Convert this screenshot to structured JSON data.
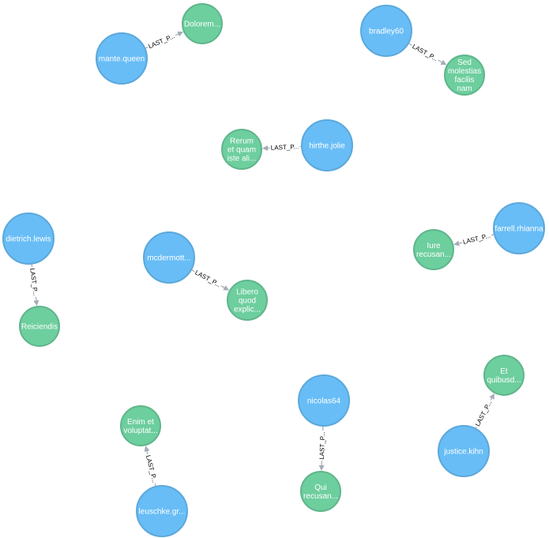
{
  "colors": {
    "user_node": "#68bdf6",
    "post_node": "#6dce9e",
    "relationship": "#a5abb6"
  },
  "relationship_label": "LAST_P...",
  "relationships": [
    {
      "user": [
        "mante.queen"
      ],
      "post": [
        "Dolorem..."
      ]
    },
    {
      "user": [
        "bradley60"
      ],
      "post": [
        "Sed",
        "molestias",
        "facilis",
        "nam"
      ]
    },
    {
      "user": [
        "hirthe.jolie"
      ],
      "post": [
        "Rerum",
        "et quam",
        "iste ali..."
      ]
    },
    {
      "user": [
        "dietrich.lewis"
      ],
      "post": [
        "Reiciendis"
      ]
    },
    {
      "user": [
        "mcdermott..."
      ],
      "post": [
        "Libero",
        "quod",
        "explic..."
      ]
    },
    {
      "user": [
        "farrell.rhianna"
      ],
      "post": [
        "Iure",
        "recusan..."
      ]
    },
    {
      "user": [
        "nicolas64"
      ],
      "post": [
        "Qui",
        "recusan..."
      ]
    },
    {
      "user": [
        "justice.kihn"
      ],
      "post": [
        "Et",
        "quibusd..."
      ]
    },
    {
      "user": [
        "leuschke.gr..."
      ],
      "post": [
        "Enim et",
        "voluptat..."
      ]
    }
  ]
}
